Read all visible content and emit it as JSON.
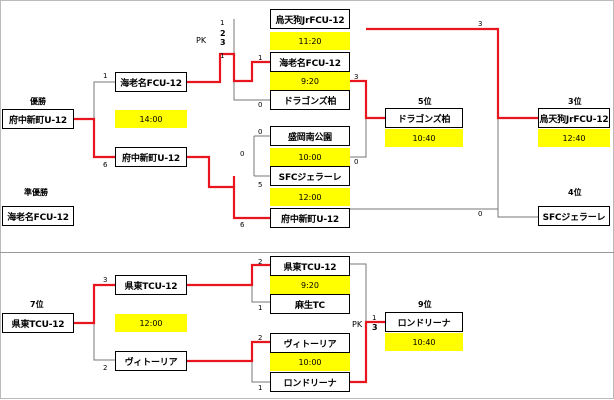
{
  "colors": {
    "winner_line": "#e8141e",
    "line": "#777777",
    "slot": "#ffff00"
  },
  "upper": {
    "champion_label": "優勝",
    "champion": "府中新町U-12",
    "runner_up_label": "準優勝",
    "runner_up": "海老名FCU-12",
    "semi_top": {
      "team": "海老名FCU-12",
      "time": "14:00",
      "score_top": "1",
      "score_bottom": "6"
    },
    "semi_bottom": {
      "team": "府中新町U-12"
    },
    "qf_top": {
      "team_a": "烏天狗JrFCU-12",
      "time_a": "11:20",
      "team_b": "海老名FCU-12",
      "time_b": "9:20",
      "team_c": "ドラゴンズ柏",
      "pk_label": "PK",
      "pk_scores": [
        "1",
        "2",
        "3",
        "1"
      ],
      "score_b": "1",
      "score_c": "0"
    },
    "qf_bottom": {
      "team_a": "盛岡南公園",
      "time_a": "10:00",
      "team_b": "SFCジェラーレ",
      "time_b": "12:00",
      "team_c": "府中新町U-12",
      "score_a": "0",
      "score_b_top": "0",
      "score_b": "5",
      "score_c": "6"
    },
    "fifth": {
      "label": "5位",
      "team": "ドラゴンズ柏",
      "time": "10:40",
      "score_top": "3",
      "score_bottom": "0"
    },
    "third": {
      "label": "3位",
      "team": "烏天狗JrFCU-12",
      "time": "12:40",
      "score_top": "3",
      "score_bottom": "0"
    },
    "fourth": {
      "label": "4位",
      "team": "SFCジェラーレ"
    }
  },
  "lower": {
    "seventh_label": "7位",
    "seventh": "県東TCU-12",
    "semi_top": {
      "team": "県東TCU-12",
      "time": "12:00",
      "score_top": "3",
      "score_bottom": "2"
    },
    "semi_bottom": {
      "team": "ヴィトーリア"
    },
    "qf_top": {
      "team_a": "県東TCU-12",
      "time": "9:20",
      "team_b": "麻生TC",
      "score_a": "2",
      "score_b": "1"
    },
    "qf_bottom": {
      "team_a": "ヴィトーリア",
      "time": "10:00",
      "team_b": "ロンドリーナ",
      "score_a": "2",
      "score_b": "1"
    },
    "ninth": {
      "label": "9位",
      "team": "ロンドリーナ",
      "time": "10:40",
      "pk_label": "PK",
      "pk_top": "1",
      "pk_bottom": "3"
    }
  }
}
